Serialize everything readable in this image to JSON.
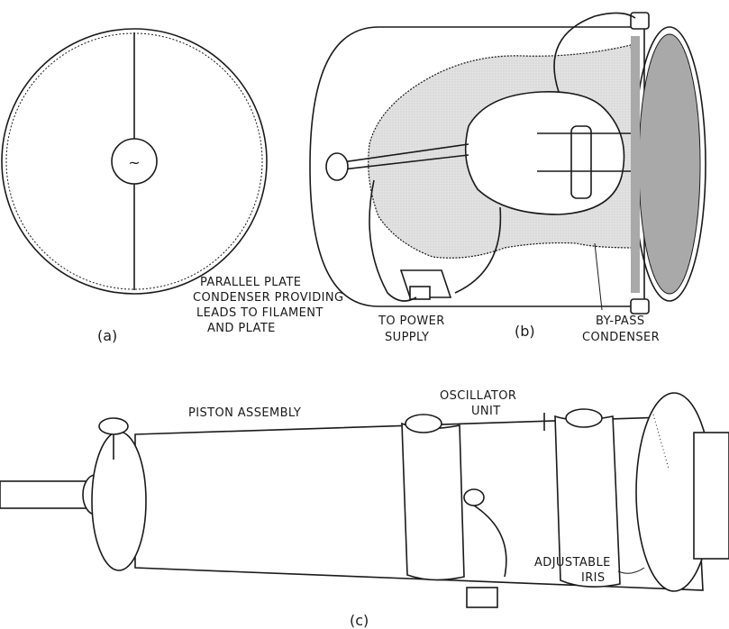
{
  "figure_a": {
    "caption": "(a)",
    "source_symbol": "~"
  },
  "figure_b": {
    "caption": "(b)",
    "label_condenser": [
      "PARALLEL PLATE",
      "CONDENSER PROVIDING",
      "LEADS TO FILAMENT",
      "AND PLATE"
    ],
    "label_power": [
      "TO POWER",
      "SUPPLY"
    ],
    "label_bypass": [
      "BY-PASS",
      "CONDENSER"
    ]
  },
  "figure_c": {
    "caption": "(c)",
    "label_piston": "PISTON ASSEMBLY",
    "label_oscillator": [
      "OSCILLATOR",
      "UNIT"
    ],
    "label_iris": [
      "ADJUSTABLE",
      "IRIS"
    ]
  }
}
